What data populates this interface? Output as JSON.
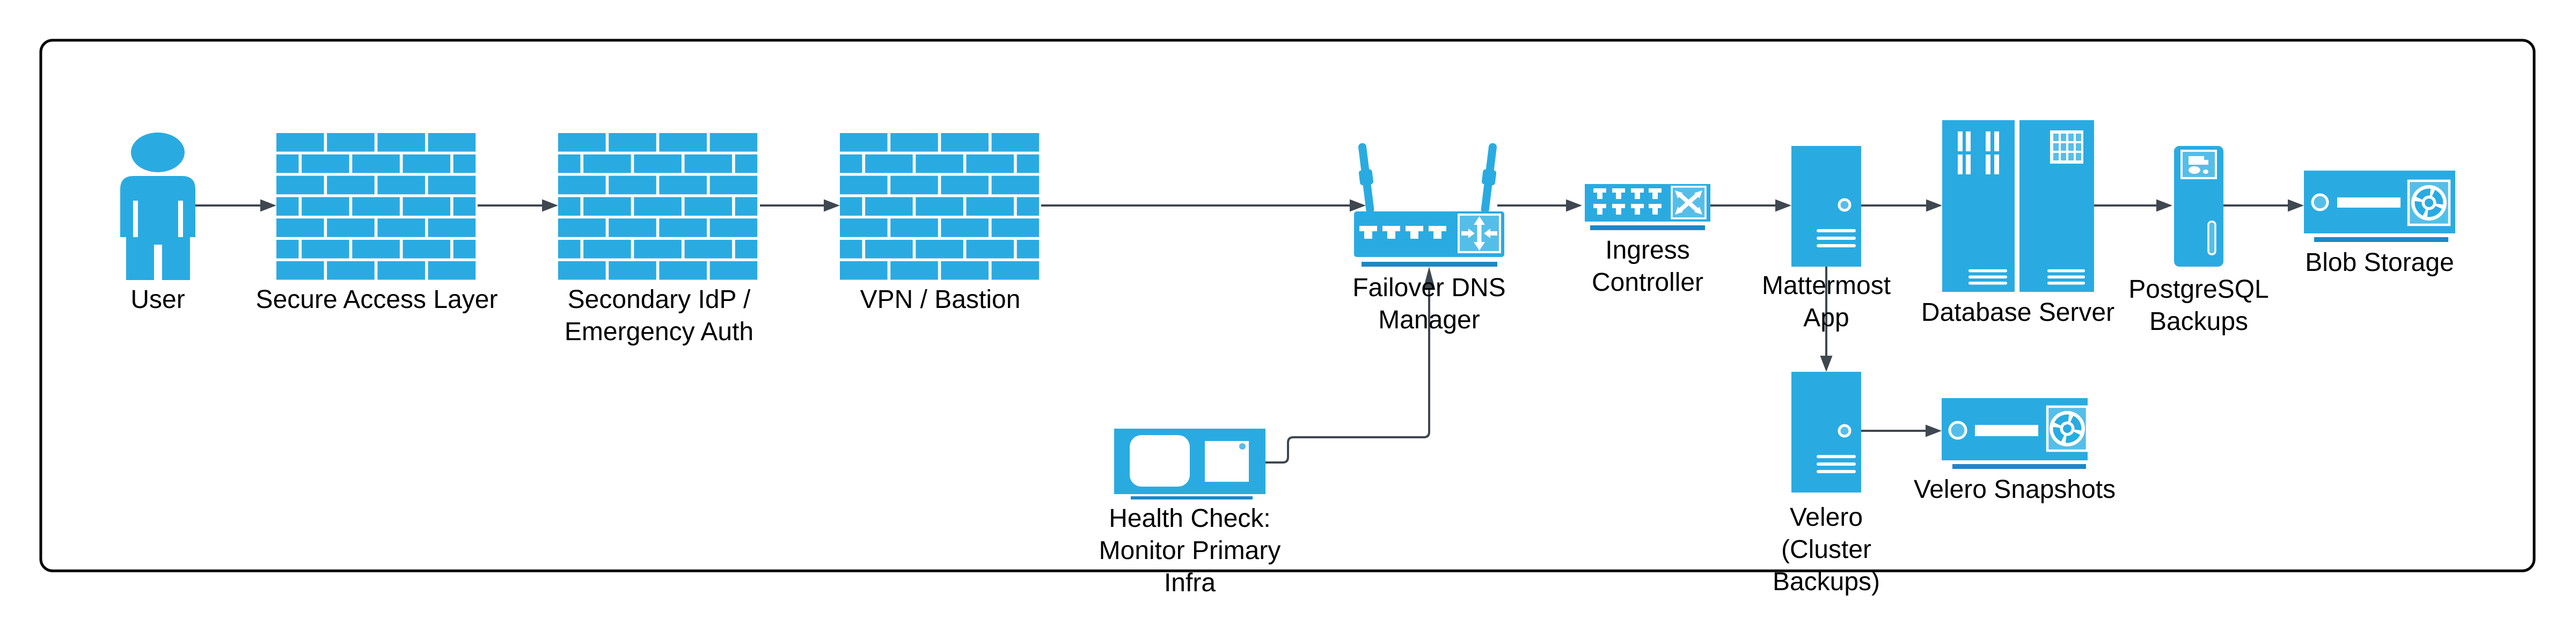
{
  "diagram_type": "infrastructure-flow-diagram",
  "colors": {
    "primary_blue": "#29ABE2",
    "light_blue": "#55BEE8",
    "accent_bar_blue": "#1D87C6",
    "arrow_gray": "#3F4750",
    "frame_black": "#000000",
    "text_black": "#000000",
    "background": "#FFFFFF"
  },
  "labels": {
    "user": {
      "lines": [
        "User"
      ]
    },
    "secure_access": {
      "lines": [
        "Secure Access Layer"
      ]
    },
    "secondary_idp": {
      "lines": [
        "Secondary IdP /",
        "Emergency Auth"
      ]
    },
    "vpn_bastion": {
      "lines": [
        "VPN / Bastion"
      ]
    },
    "failover_dns": {
      "lines": [
        "Failover DNS",
        "Manager"
      ]
    },
    "ingress": {
      "lines": [
        "Ingress",
        "Controller"
      ]
    },
    "mattermost": {
      "lines": [
        "Mattermost",
        "App"
      ]
    },
    "database": {
      "lines": [
        "Database Server"
      ]
    },
    "pg_backups": {
      "lines": [
        "PostgreSQL",
        "Backups"
      ]
    },
    "blob": {
      "lines": [
        "Blob Storage"
      ]
    },
    "health": {
      "lines": [
        "Health Check:",
        "Monitor Primary",
        "Infra"
      ]
    },
    "velero": {
      "lines": [
        "Velero",
        "(Cluster",
        "Backups)"
      ]
    },
    "velero_snapshots": {
      "lines": [
        "Velero Snapshots"
      ]
    }
  },
  "nodes": [
    {
      "id": "user",
      "icon": "person-icon"
    },
    {
      "id": "secure_access",
      "icon": "firewall-icon"
    },
    {
      "id": "secondary_idp",
      "icon": "firewall-icon"
    },
    {
      "id": "vpn_bastion",
      "icon": "firewall-icon"
    },
    {
      "id": "failover_dns",
      "icon": "wireless-router-icon"
    },
    {
      "id": "ingress",
      "icon": "network-switch-icon"
    },
    {
      "id": "mattermost",
      "icon": "server-tower-icon"
    },
    {
      "id": "database",
      "icon": "rack-servers-icon"
    },
    {
      "id": "pg_backups",
      "icon": "backup-tower-icon"
    },
    {
      "id": "blob",
      "icon": "tape-storage-icon"
    },
    {
      "id": "health",
      "icon": "monitor-icon"
    },
    {
      "id": "velero",
      "icon": "server-tower-icon"
    },
    {
      "id": "velero_snapshots",
      "icon": "tape-storage-icon"
    }
  ],
  "edges": [
    {
      "from": "user",
      "to": "secure_access"
    },
    {
      "from": "secure_access",
      "to": "secondary_idp"
    },
    {
      "from": "secondary_idp",
      "to": "vpn_bastion"
    },
    {
      "from": "vpn_bastion",
      "to": "failover_dns"
    },
    {
      "from": "failover_dns",
      "to": "ingress"
    },
    {
      "from": "ingress",
      "to": "mattermost"
    },
    {
      "from": "mattermost",
      "to": "database"
    },
    {
      "from": "database",
      "to": "pg_backups"
    },
    {
      "from": "pg_backups",
      "to": "blob"
    },
    {
      "from": "mattermost",
      "to": "velero"
    },
    {
      "from": "velero",
      "to": "velero_snapshots"
    },
    {
      "from": "health",
      "to": "failover_dns"
    }
  ]
}
